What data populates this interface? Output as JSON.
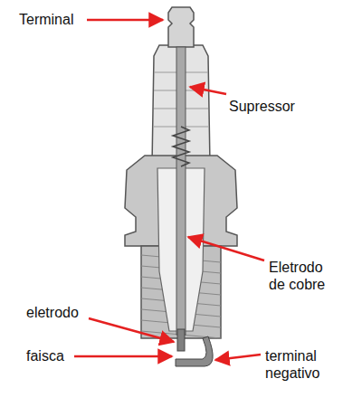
{
  "diagram": {
    "labels": [
      "Terminal",
      "Supressor",
      "Eletrodo de cobre",
      "eletrodo",
      "faisca",
      "terminal negativo"
    ]
  }
}
